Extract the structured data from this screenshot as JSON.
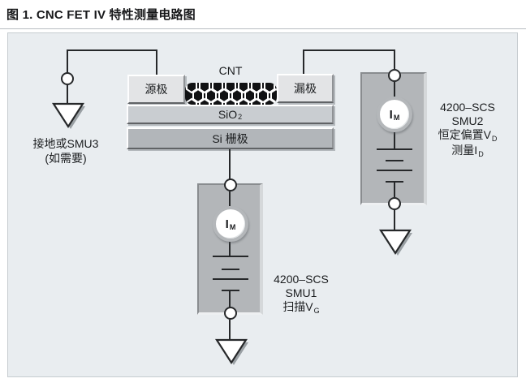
{
  "figure": {
    "title": "图 1. CNC FET IV 特性测量电路图"
  },
  "device": {
    "cnt_label": "CNT",
    "source_label": "源极",
    "drain_label": "漏极",
    "oxide_label_main": "SiO",
    "oxide_label_sub": "2",
    "gate_label": "Si 栅极"
  },
  "ground_branch": {
    "line1": "接地或SMU3",
    "line2": "(如需要)"
  },
  "smu2": {
    "meter_main": "I",
    "meter_sub": "M",
    "line1": "4200–SCS",
    "line2": "SMU2",
    "line3_main": "恒定偏置V",
    "line3_sub": "D",
    "line4_main": "测量I",
    "line4_sub": "D"
  },
  "smu1": {
    "meter_main": "I",
    "meter_sub": "M",
    "line1": "4200–SCS",
    "line2": "SMU1",
    "line3_main": "扫描V",
    "line3_sub": "G"
  },
  "colors": {
    "panel_bg": "#e9edf0",
    "smu_block_fill": "#b3b6b9",
    "wire": "#26282a",
    "electrode_fill": "#e3e4e6",
    "oxide_fill": "#c9cdd1",
    "gate_fill": "#b2b6ba"
  }
}
